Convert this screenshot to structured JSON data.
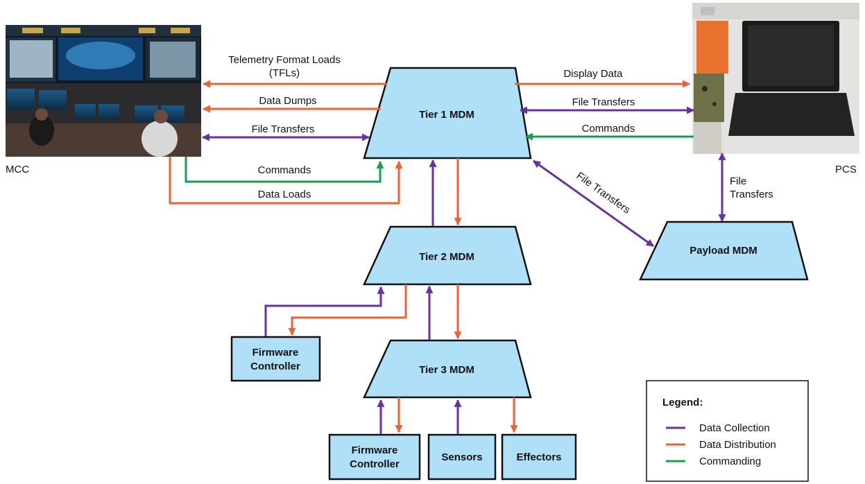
{
  "colors": {
    "collection": "#6a2fa0",
    "distribution": "#ee6130",
    "commanding": "#12a04e",
    "node_fill": "#b0e0f7",
    "node_stroke": "#111111"
  },
  "sites": {
    "mcc": {
      "label": "MCC",
      "image": "mission-control-room-photo"
    },
    "pcs": {
      "label": "PCS",
      "image": "laptop-station-photo"
    }
  },
  "nodes": {
    "tier1": "Tier 1 MDM",
    "tier2": "Tier 2 MDM",
    "tier3": "Tier 3 MDM",
    "payload": "Payload MDM",
    "fw_ctrl_upper": [
      "Firmware",
      "Controller"
    ],
    "fw_ctrl_lower": [
      "Firmware",
      "Controller"
    ],
    "sensors": "Sensors",
    "effectors": "Effectors"
  },
  "links": {
    "tfl": [
      "Telemetry Format Loads",
      "(TFLs)"
    ],
    "data_dumps": "Data Dumps",
    "mcc_file_transfers": "File Transfers",
    "mcc_commands": "Commands",
    "data_loads": "Data Loads",
    "display_data": "Display Data",
    "pcs_file_transfers": "File Transfers",
    "pcs_commands": "Commands",
    "diag_file_transfers": "File Transfers",
    "pcs_payload_transfers": [
      "File",
      "Transfers"
    ]
  },
  "legend": {
    "title": "Legend:",
    "items": [
      {
        "label": "Data Collection",
        "color": "#6a2fa0"
      },
      {
        "label": "Data Distribution",
        "color": "#ee6130"
      },
      {
        "label": "Commanding",
        "color": "#12a04e"
      }
    ]
  }
}
